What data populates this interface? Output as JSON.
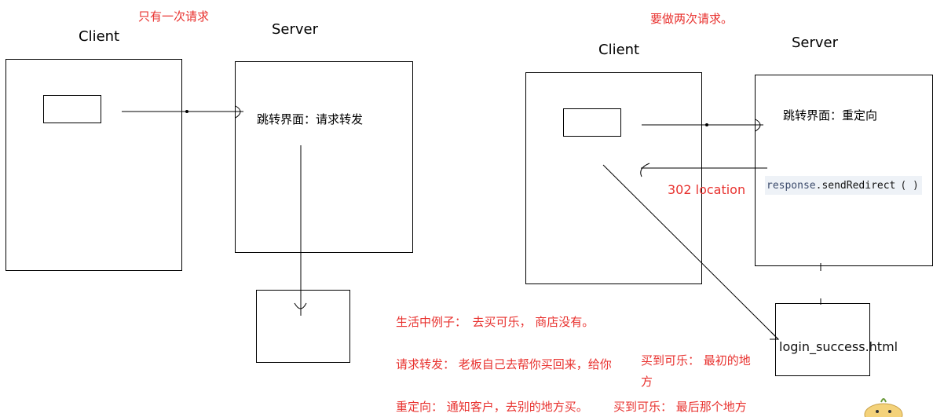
{
  "left": {
    "note": "只有一次请求",
    "client_title": "Client",
    "server_title": "Server",
    "server_label": "跳转界面：请求转发"
  },
  "right": {
    "note": "要做两次请求。",
    "client_title": "Client",
    "server_title": "Server",
    "server_label": "跳转界面：重定向",
    "redirect_label": "302 location",
    "code_obj": "response",
    "code_dot": ".",
    "code_method": "sendRedirect",
    "code_args": "( )",
    "target_file": "login_success.html"
  },
  "example": {
    "line1": "生活中例子：　去买可乐，  商店没有。",
    "line2a": "请求转发：  老板自己去帮你买回来，给你",
    "line2b_1": "买到可乐：  最初的地",
    "line2b_2": "方",
    "line3a": "重定向：  通知客户，去别的地方买。",
    "line3b": "买到可乐：  最后那个地方"
  },
  "colors": {
    "note": "#e8312e",
    "code_bg": "#eef2f7"
  }
}
